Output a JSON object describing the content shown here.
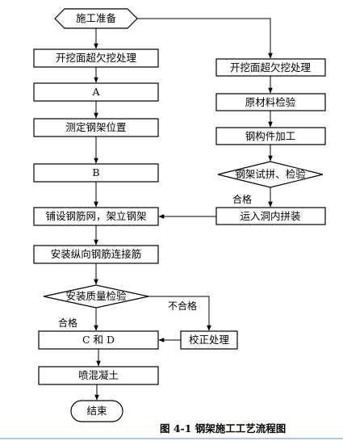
{
  "diagram": {
    "caption": "图 4-1  钢架施工工艺流程图",
    "nodes": [
      {
        "id": "start",
        "label": "施工准备"
      },
      {
        "id": "excavate_left",
        "label": "开挖面超欠挖处理"
      },
      {
        "id": "a",
        "label": "A"
      },
      {
        "id": "measure",
        "label": "测定钢架位置"
      },
      {
        "id": "b",
        "label": "B"
      },
      {
        "id": "mesh",
        "label": "铺设钢筋网，架立钢架"
      },
      {
        "id": "rebar",
        "label": "安装纵向钢筋连接筋"
      },
      {
        "id": "quality",
        "label": "安装质量检验"
      },
      {
        "id": "cd",
        "label": "C 和 D"
      },
      {
        "id": "shotcrete",
        "label": "喷混凝土"
      },
      {
        "id": "end",
        "label": "结束"
      },
      {
        "id": "excavate_right",
        "label": "开挖面超欠挖处理"
      },
      {
        "id": "material",
        "label": "原材料检验"
      },
      {
        "id": "fabricate",
        "label": "钢构件加工"
      },
      {
        "id": "trial",
        "label": "钢架试拼、检验"
      },
      {
        "id": "transport",
        "label": "运入洞内拼装"
      },
      {
        "id": "correct",
        "label": "校正处理"
      }
    ],
    "edge_labels": {
      "pass_right": "合格",
      "fail": "不合格",
      "pass_left": "合格"
    }
  }
}
